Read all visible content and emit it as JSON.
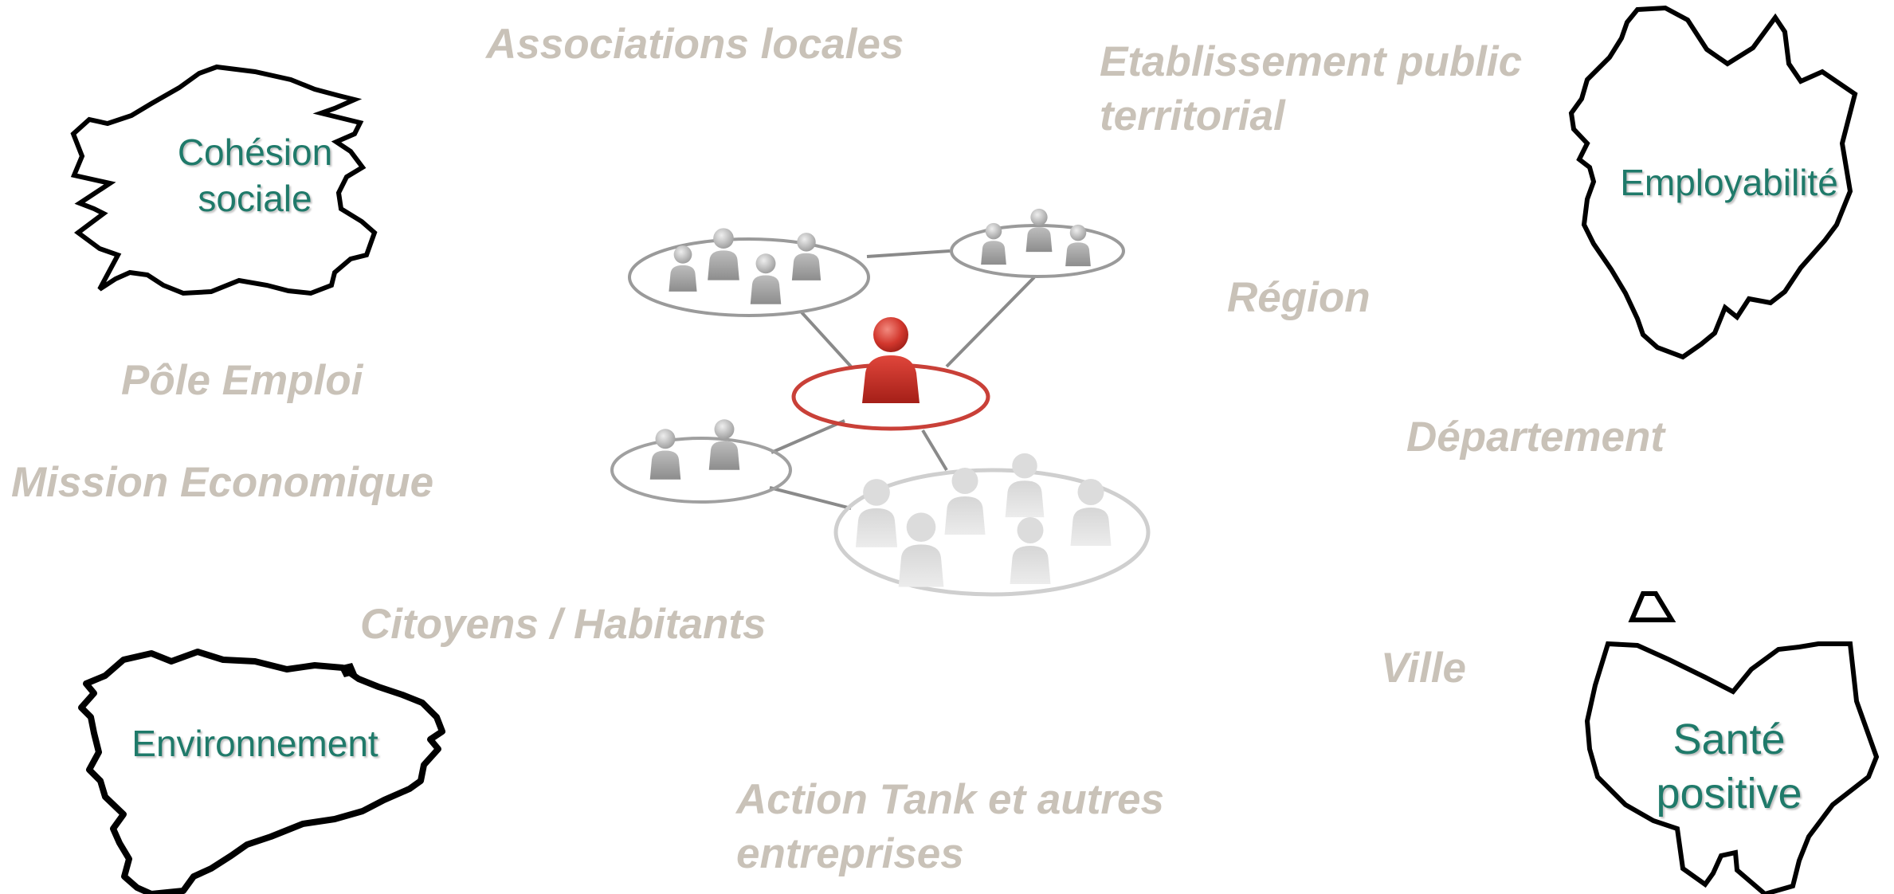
{
  "actors": {
    "associations": "Associations locales",
    "etablissement_line1": "Etablissement public",
    "etablissement_line2": "territorial",
    "region": "Région",
    "pole_emploi": "Pôle Emploi",
    "mission_eco": "Mission Economique",
    "departement": "Département",
    "citoyens": "Citoyens / Habitants",
    "ville": "Ville",
    "action_tank_line1": "Action Tank et autres",
    "action_tank_line2": "entreprises"
  },
  "themes": {
    "cohesion_line1": "Cohésion",
    "cohesion_line2": "sociale",
    "employabilite": "Employabilité",
    "environnement": "Environnement",
    "sante_line1": "Santé",
    "sante_line2": "positive"
  },
  "colors": {
    "actor_text": "#c9c2b8",
    "theme_text": "#1f7a6a",
    "outline": "#000000",
    "center_person": "#c8322b",
    "group_person": "#a8a8a8",
    "network_line": "#8a8a8a"
  },
  "icons": {
    "center": "person-icon",
    "groups": "people-group-icon"
  }
}
